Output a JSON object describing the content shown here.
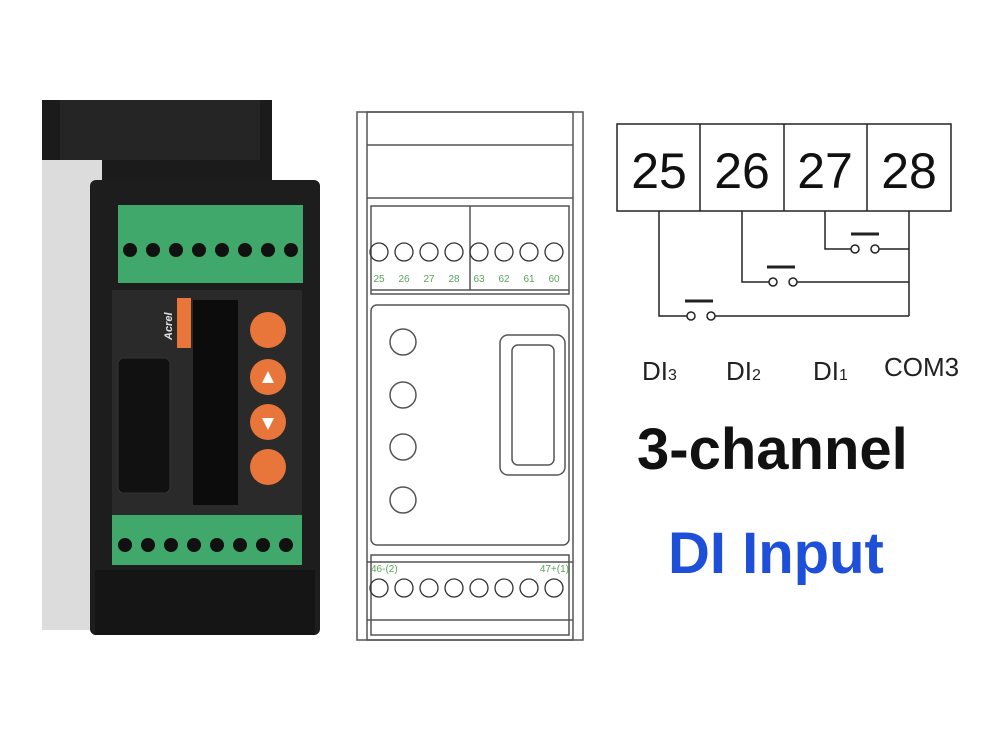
{
  "device_photo": {
    "brand": "Acrel",
    "buttons": [
      "enter-icon",
      "up-icon",
      "down-icon",
      "set-icon"
    ]
  },
  "schematic": {
    "top_terminals": [
      "25",
      "26",
      "27",
      "28",
      "63",
      "62",
      "61",
      "60"
    ],
    "bottom_left_label": "46-(2)",
    "bottom_right_label": "47+(1)"
  },
  "wiring": {
    "terminals": [
      "25",
      "26",
      "27",
      "28"
    ],
    "labels": [
      {
        "main": "DI",
        "sub": "3"
      },
      {
        "main": "DI",
        "sub": "2"
      },
      {
        "main": "DI",
        "sub": "1"
      },
      {
        "main": "COM3",
        "sub": ""
      }
    ]
  },
  "headline": "3-channel",
  "subheadline": "DI Input",
  "colors": {
    "accent_blue": "#1e4fd8",
    "terminal_green": "#5aa55a",
    "button_orange": "#e8763a",
    "terminal_block": "#3fa86a"
  }
}
